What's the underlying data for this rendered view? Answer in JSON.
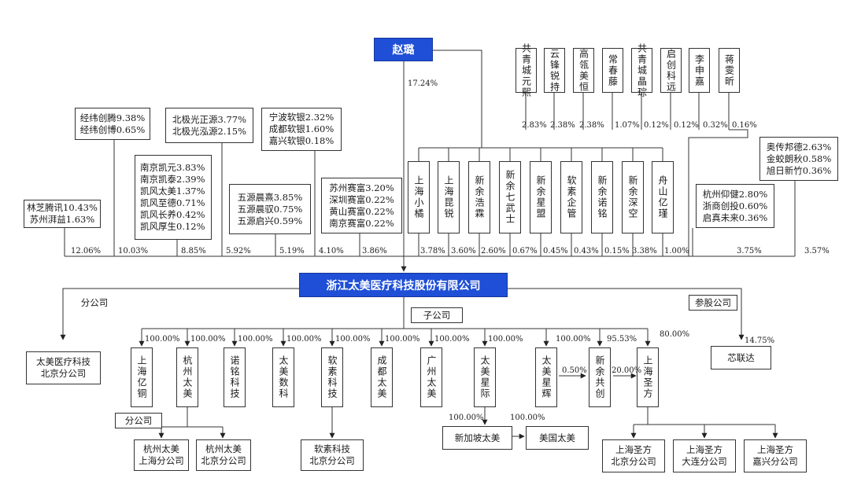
{
  "controller": {
    "name": "赵璐",
    "pct": "17.24%"
  },
  "company": {
    "name": "浙江太美医疗科技股份有限公司"
  },
  "top_partners": [
    {
      "name": "共青城元熙",
      "pct": "2.83%"
    },
    {
      "name": "云锋锐持",
      "pct": "2.38%"
    },
    {
      "name": "高瓴美恒",
      "pct": "2.38%"
    },
    {
      "name": "常春藤",
      "pct": "1.07%"
    },
    {
      "name": "共青城晶琮",
      "pct": "0.12%"
    },
    {
      "name": "启创科远",
      "pct": "0.12%"
    },
    {
      "name": "李申嘉",
      "pct": "0.32%"
    },
    {
      "name": "蒋雯昕",
      "pct": "0.16%"
    }
  ],
  "employee_platforms": [
    {
      "name": "上海小橘",
      "pct": "3.78%"
    },
    {
      "name": "上海昆锐",
      "pct": "3.60%"
    },
    {
      "name": "新余浩霖",
      "pct": "2.60%"
    },
    {
      "name": "新余七武士",
      "pct": "0.67%"
    },
    {
      "name": "新余星盟",
      "pct": "0.45%"
    },
    {
      "name": "软素企管",
      "pct": "0.43%"
    },
    {
      "name": "新余诺铭",
      "pct": "0.15%"
    },
    {
      "name": "新余深空",
      "pct": "3.38%"
    },
    {
      "name": "舟山亿瑾",
      "pct": "1.00%"
    }
  ],
  "investor_groups": [
    {
      "lines": [
        "林芝腾讯10.43%",
        "苏州湃益1.63%"
      ],
      "pct": "12.06%"
    },
    {
      "lines": [
        "经纬创腾9.38%",
        "经纬创博0.65%"
      ],
      "pct": "10.03%"
    },
    {
      "lines": [
        "南京凯元3.83%",
        "南京凯泰2.39%",
        "凯风太美1.37%",
        "凯风至德0.71%",
        "凯风长养0.42%",
        "凯风厚生0.12%"
      ],
      "pct": "8.85%"
    },
    {
      "lines": [
        "北极光正源3.77%",
        "北极光泓源2.15%"
      ],
      "pct": "5.92%"
    },
    {
      "lines": [
        "五源晨熹3.85%",
        "五源晨驭0.75%",
        "五源启兴0.59%"
      ],
      "pct": "5.19%"
    },
    {
      "lines": [
        "宁波软银2.32%",
        "成都软银1.60%",
        "嘉兴软银0.18%"
      ],
      "pct": "4.10%"
    },
    {
      "lines": [
        "苏州赛富3.20%",
        "深圳赛富0.22%",
        "黄山赛富0.22%",
        "南京赛富0.22%"
      ],
      "pct": "3.86%"
    },
    {
      "lines": [
        "杭州仰健2.80%",
        "浙商创投0.60%",
        "启真未来0.36%"
      ],
      "pct": "3.75%"
    },
    {
      "lines": [
        "奥传邦德2.63%",
        "金蛟朗秋0.58%",
        "旭日新竹0.36%"
      ],
      "pct": "3.57%"
    }
  ],
  "labels": {
    "branch": "分公司",
    "subsidiary": "子公司",
    "equity": "参股公司",
    "branch2": "分公司"
  },
  "branch_company": {
    "lines": [
      "太美医疗科技",
      "北京分公司"
    ]
  },
  "equity_company": {
    "name": "芯联达",
    "pct": "14.75%"
  },
  "subsidiaries": [
    {
      "name": "上海亿铜",
      "pct": "100.00%"
    },
    {
      "name": "杭州太美",
      "pct": "100.00%"
    },
    {
      "name": "诺铭科技",
      "pct": "100.00%"
    },
    {
      "name": "太美数科",
      "pct": "100.00%"
    },
    {
      "name": "软素科技",
      "pct": "100.00%"
    },
    {
      "name": "成都太美",
      "pct": "100.00%"
    },
    {
      "name": "广州太美",
      "pct": "100.00%"
    },
    {
      "name": "太美星际",
      "pct": "100.00%"
    },
    {
      "name": "太美星辉",
      "pct": "100.00%"
    },
    {
      "name": "新余共创",
      "pct": "95.53%"
    },
    {
      "name": "上海圣方",
      "pct": "80.00%"
    }
  ],
  "cross_links": {
    "xinghui_to_gongchuang": "0.50%",
    "gongchuang_to_shengfang": "20.00%"
  },
  "hangzhou_branches": [
    {
      "lines": [
        "杭州太美",
        "上海分公司"
      ]
    },
    {
      "lines": [
        "杭州太美",
        "北京分公司"
      ]
    }
  ],
  "ruansu_branch": {
    "lines": [
      "软素科技",
      "北京分公司"
    ]
  },
  "xingji_children": [
    {
      "name": "新加坡太美",
      "pct": "100.00%"
    },
    {
      "name": "美国太美",
      "pct": "100.00%"
    }
  ],
  "shengfang_branches": [
    {
      "lines": [
        "上海圣方",
        "北京分公司"
      ]
    },
    {
      "lines": [
        "上海圣方",
        "大连分公司"
      ]
    },
    {
      "lines": [
        "上海圣方",
        "嘉兴分公司"
      ]
    }
  ]
}
